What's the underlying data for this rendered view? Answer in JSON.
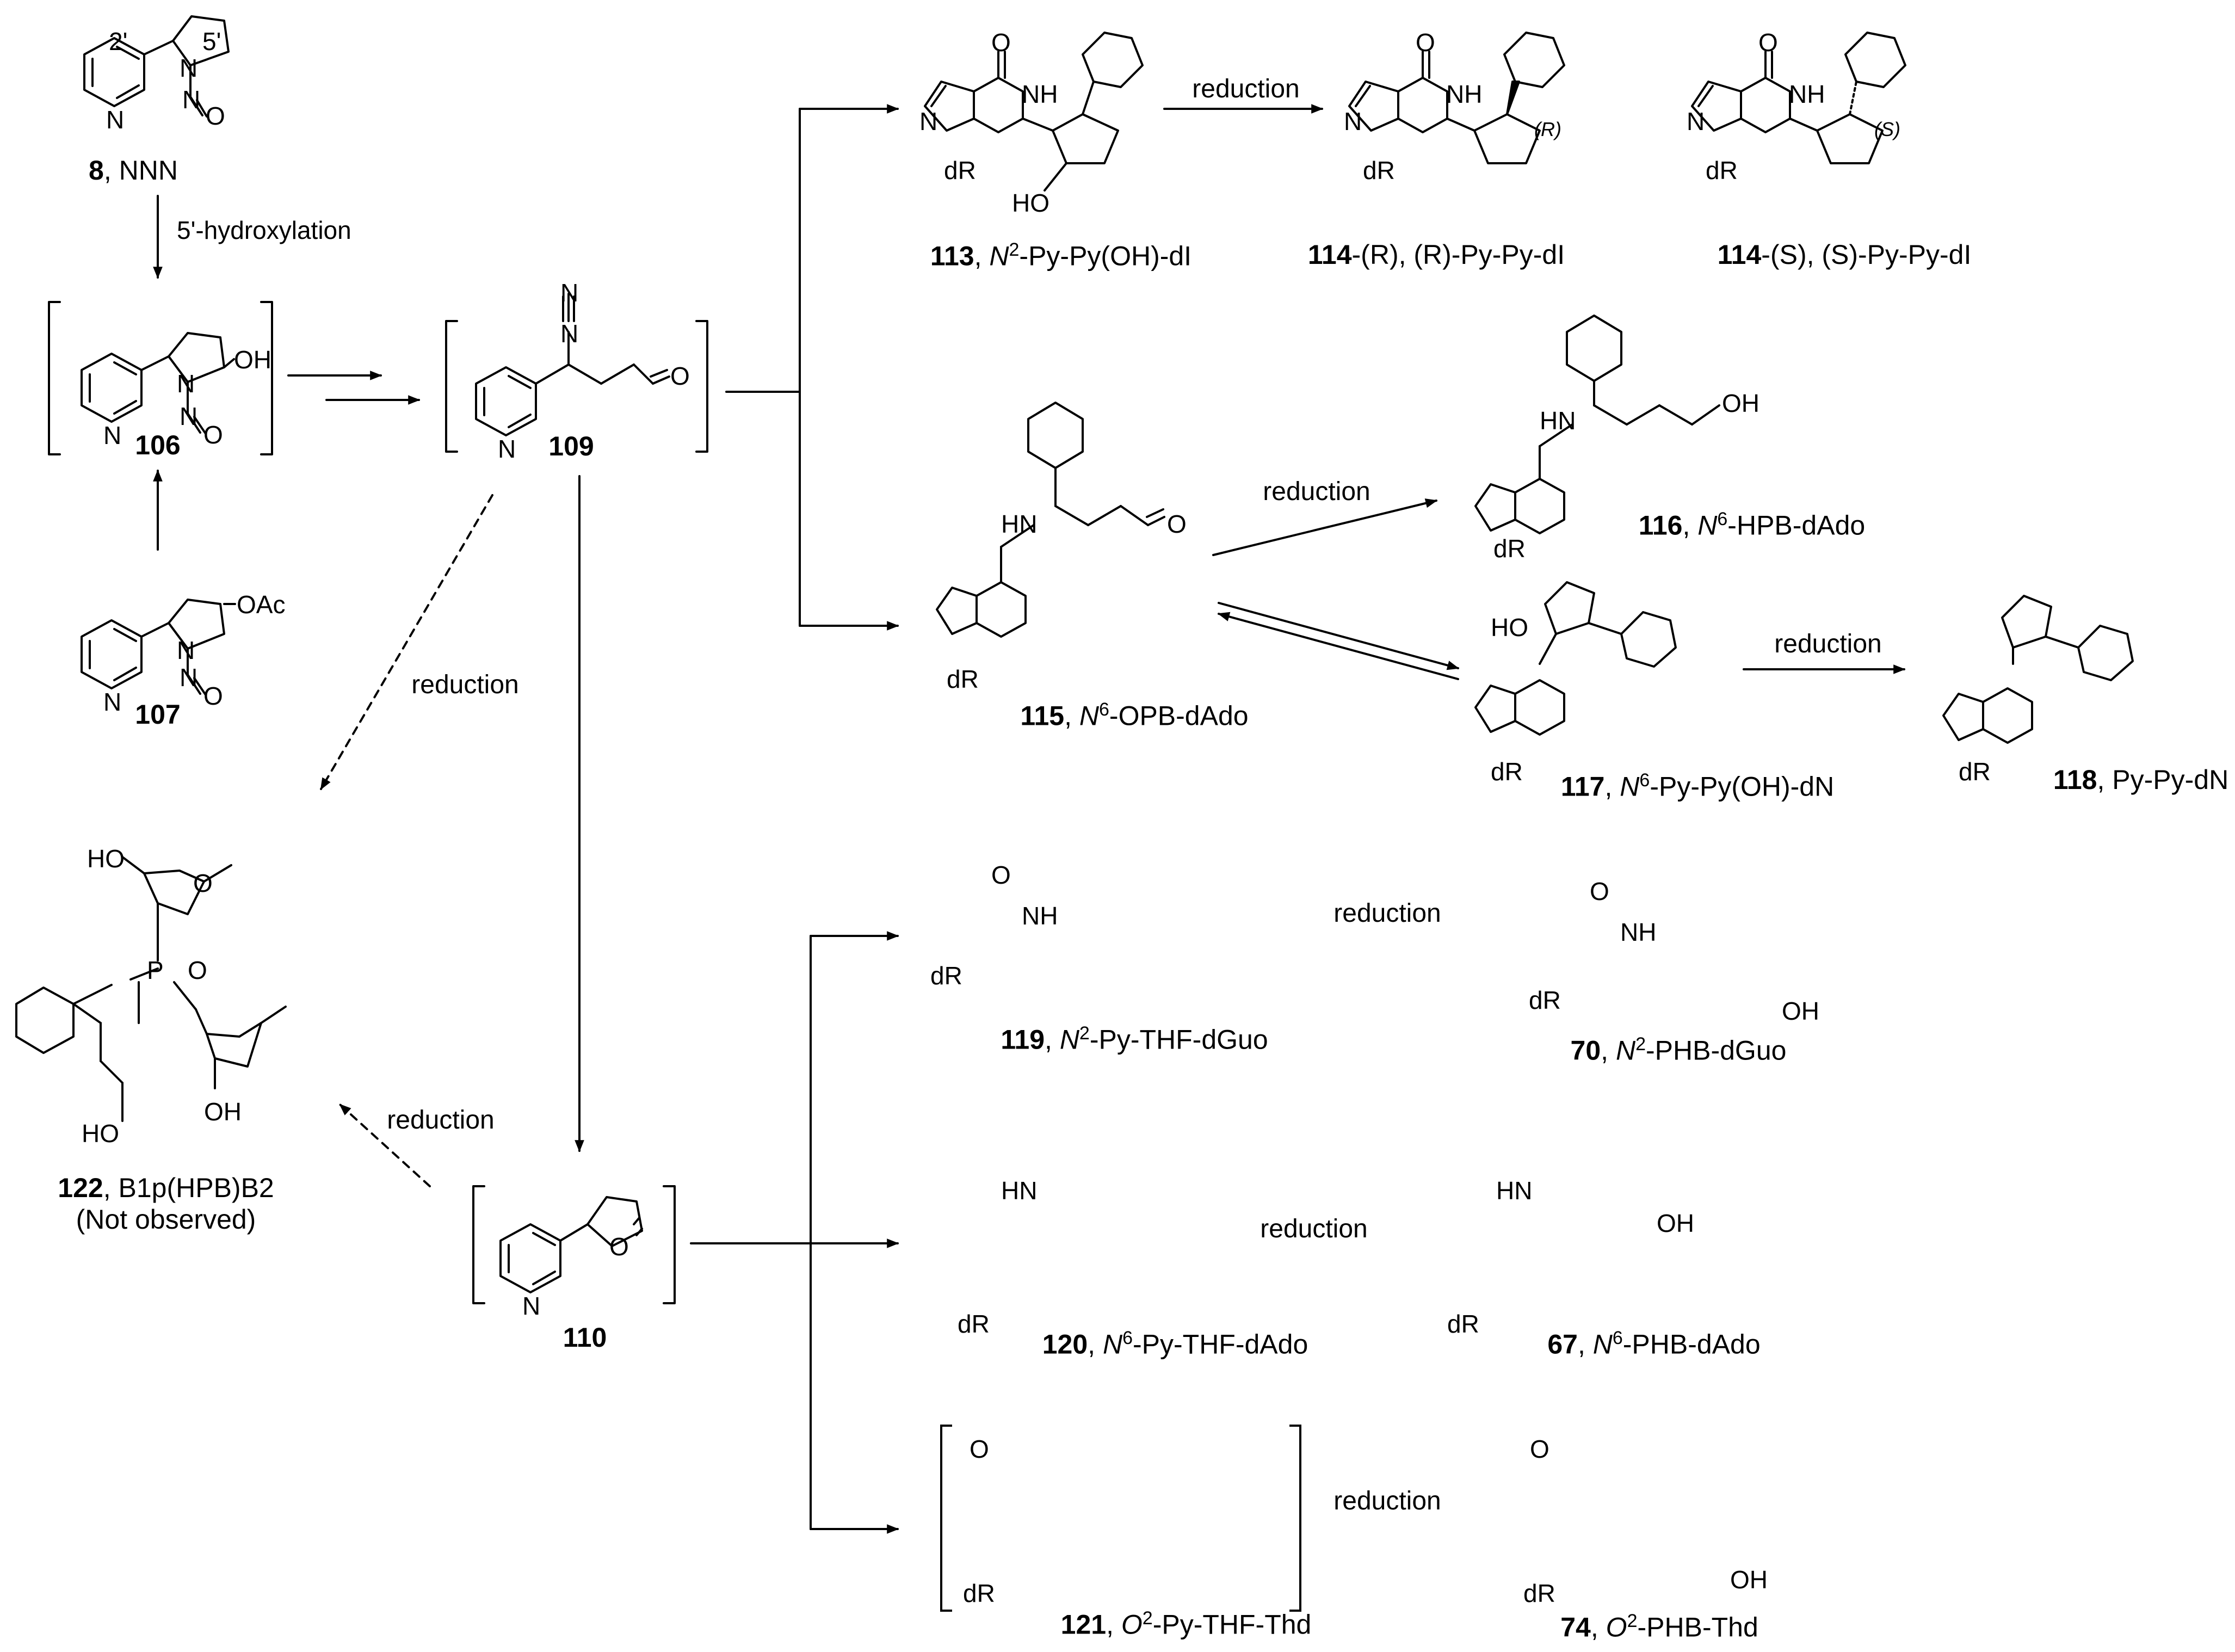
{
  "steps": {
    "hydroxylation": "5'-hydroxylation",
    "reduction": "reduction"
  },
  "atom_labels": {
    "n": "N",
    "o": "O",
    "oh": "OH",
    "ho": "HO",
    "oac": "OAc",
    "nh": "NH",
    "hn": "HN",
    "dr": "dR",
    "p": "P",
    "pos2": "2'",
    "pos5": "5'",
    "r": "(R)",
    "s": "(S)"
  },
  "compounds": {
    "c8": {
      "num": "8",
      "name": ", NNN"
    },
    "c106": {
      "num": "106"
    },
    "c107": {
      "num": "107"
    },
    "c109": {
      "num": "109"
    },
    "c110": {
      "num": "110"
    },
    "c113": {
      "num": "113",
      "pre": ", ",
      "it": "N",
      "sup": "2",
      "rest": "-Py-Py(OH)-dI"
    },
    "c114r": {
      "num": "114",
      "text": "-(R), (R)-Py-Py-dI"
    },
    "c114s": {
      "num": "114",
      "text": "-(S), (S)-Py-Py-dI"
    },
    "c115": {
      "num": "115",
      "pre": ", ",
      "it": "N",
      "sup": "6",
      "rest": "-OPB-dAdo"
    },
    "c116": {
      "num": "116",
      "pre": ", ",
      "it": "N",
      "sup": "6",
      "rest": "-HPB-dAdo"
    },
    "c117": {
      "num": "117",
      "pre": ", ",
      "it": "N",
      "sup": "6",
      "rest": "-Py-Py(OH)-dN"
    },
    "c118": {
      "num": "118",
      "name": ", Py-Py-dN"
    },
    "c119": {
      "num": "119",
      "pre": ", ",
      "it": "N",
      "sup": "2",
      "rest": "-Py-THF-dGuo"
    },
    "c70": {
      "num": "70",
      "pre": ", ",
      "it": "N",
      "sup": "2",
      "rest": "-PHB-dGuo"
    },
    "c120": {
      "num": "120",
      "pre": ", ",
      "it": "N",
      "sup": "6",
      "rest": "-Py-THF-dAdo"
    },
    "c67": {
      "num": "67",
      "pre": ", ",
      "it": "N",
      "sup": "6",
      "rest": "-PHB-dAdo"
    },
    "c121": {
      "num": "121",
      "pre": ", ",
      "it": "O",
      "sup": "2",
      "rest": "-Py-THF-Thd"
    },
    "c74": {
      "num": "74",
      "pre": ", ",
      "it": "O",
      "sup": "2",
      "rest": "-PHB-Thd"
    },
    "c122": {
      "num": "122",
      "name": ", B1p(HPB)B2",
      "note": "(Not observed)"
    }
  },
  "colors": {
    "ink": "#000000",
    "background": "#ffffff"
  }
}
